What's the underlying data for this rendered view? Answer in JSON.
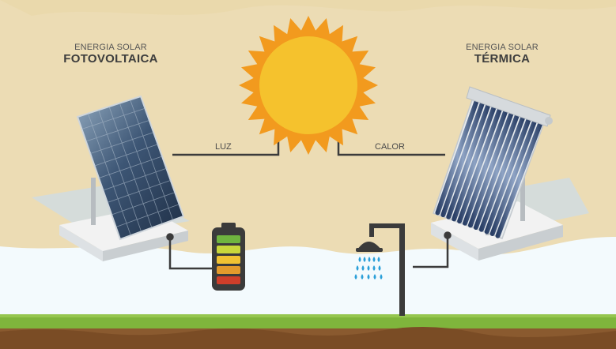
{
  "left_title": {
    "small": "ENERGIA SOLAR",
    "big": "FOTOVOLTAICA"
  },
  "right_title": {
    "small": "ENERGIA SOLAR",
    "big": "TÉRMICA"
  },
  "connector_labels": {
    "left": "LUZ",
    "right": "CALOR"
  },
  "colors": {
    "sky_wash": "#ecdcb4",
    "sun_core": "#f5c22d",
    "sun_rays": "#f29a1e",
    "grass": "#7fb53c",
    "soil": "#8a5a2f",
    "line": "#3b3b3b",
    "battery_levels": [
      "#6fb43f",
      "#c9d73b",
      "#f1c232",
      "#e39a2c",
      "#cf3e2a"
    ]
  },
  "icons": [
    "sun-icon",
    "solar-panel-icon",
    "solar-thermal-collector-icon",
    "battery-icon",
    "shower-icon"
  ]
}
